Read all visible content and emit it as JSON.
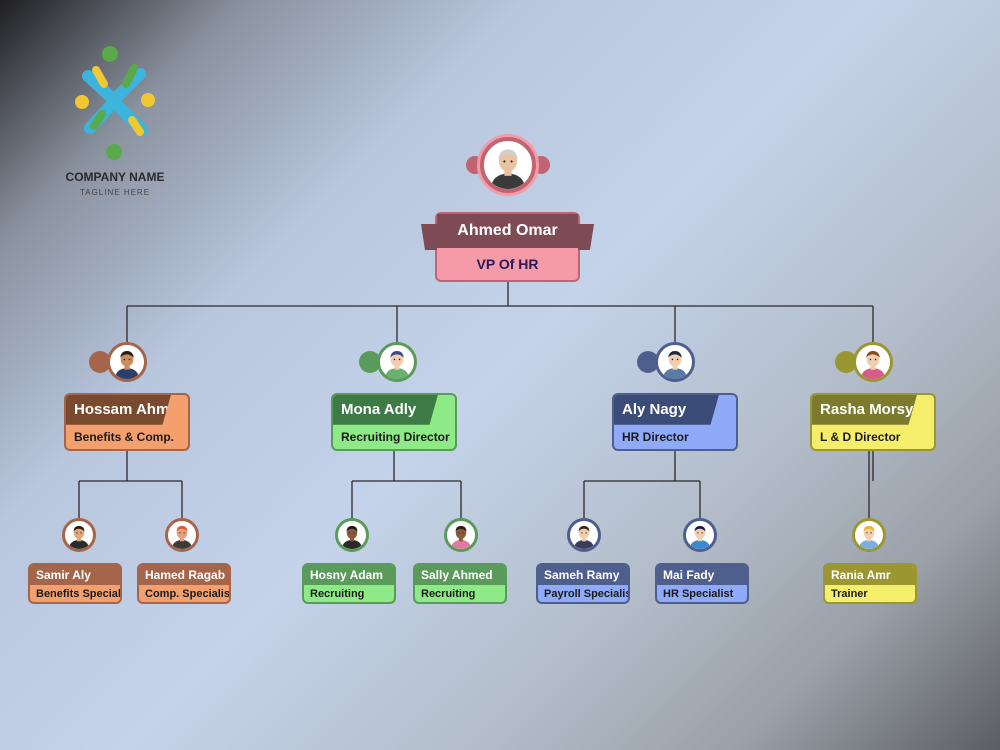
{
  "logo": {
    "company_name": "COMPANY NAME",
    "tagline": "TAGLINE HERE",
    "colors": [
      "#3cb4dc",
      "#5aaa4c",
      "#f0c832"
    ]
  },
  "chart_data": {
    "type": "org-chart",
    "root": {
      "id": "ahmed",
      "name": "Ahmed Omar",
      "role": "VP Of HR",
      "theme": "pink",
      "children": [
        {
          "id": "hossam",
          "name": "Hossam Ahmed",
          "role": "Benefits & Comp.",
          "theme": "orange",
          "children": [
            {
              "id": "samir",
              "name": "Samir Aly",
              "role": "Benefits Specialist",
              "theme": "orange"
            },
            {
              "id": "hamed",
              "name": "Hamed Ragab",
              "role": "Comp. Specialist",
              "theme": "orange"
            }
          ]
        },
        {
          "id": "mona",
          "name": "Mona Adly",
          "role": "Recruiting Director",
          "theme": "green",
          "children": [
            {
              "id": "hosny",
              "name": "Hosny Adam",
              "role": "Recruiting",
              "theme": "green"
            },
            {
              "id": "sally",
              "name": "Sally Ahmed",
              "role": "Recruiting",
              "theme": "green"
            }
          ]
        },
        {
          "id": "aly",
          "name": "Aly Nagy",
          "role": "HR Director",
          "theme": "blue",
          "children": [
            {
              "id": "sameh",
              "name": "Sameh Ramy",
              "role": "Payroll Specialist",
              "theme": "blue"
            },
            {
              "id": "mai",
              "name": "Mai Fady",
              "role": "HR Specialist",
              "theme": "blue"
            }
          ]
        },
        {
          "id": "rasha",
          "name": "Rasha Morsy",
          "role": "L & D Director",
          "theme": "yellow",
          "children": [
            {
              "id": "rania",
              "name": "Rania Amr",
              "role": "Trainer",
              "theme": "yellow"
            }
          ]
        }
      ]
    },
    "themes": {
      "pink": {
        "dark": "#7e4b54",
        "mid": "#c06472",
        "light": "#f49aa9",
        "text": "#2a1a55"
      },
      "orange": {
        "dark": "#7a4a2e",
        "mid": "#a4654a",
        "light": "#f4a06e",
        "text": "#1a1a1a"
      },
      "green": {
        "dark": "#3d7a45",
        "mid": "#5a9a5a",
        "light": "#8eea86",
        "text": "#1a1a1a"
      },
      "blue": {
        "dark": "#3c4c78",
        "mid": "#4e5f8e",
        "light": "#8eaaf8",
        "text": "#1a1a1a"
      },
      "yellow": {
        "dark": "#7c7a2c",
        "mid": "#9a9630",
        "light": "#f4ee6a",
        "text": "#1a1a1a"
      }
    },
    "connector_color": "#2a2a2a"
  }
}
